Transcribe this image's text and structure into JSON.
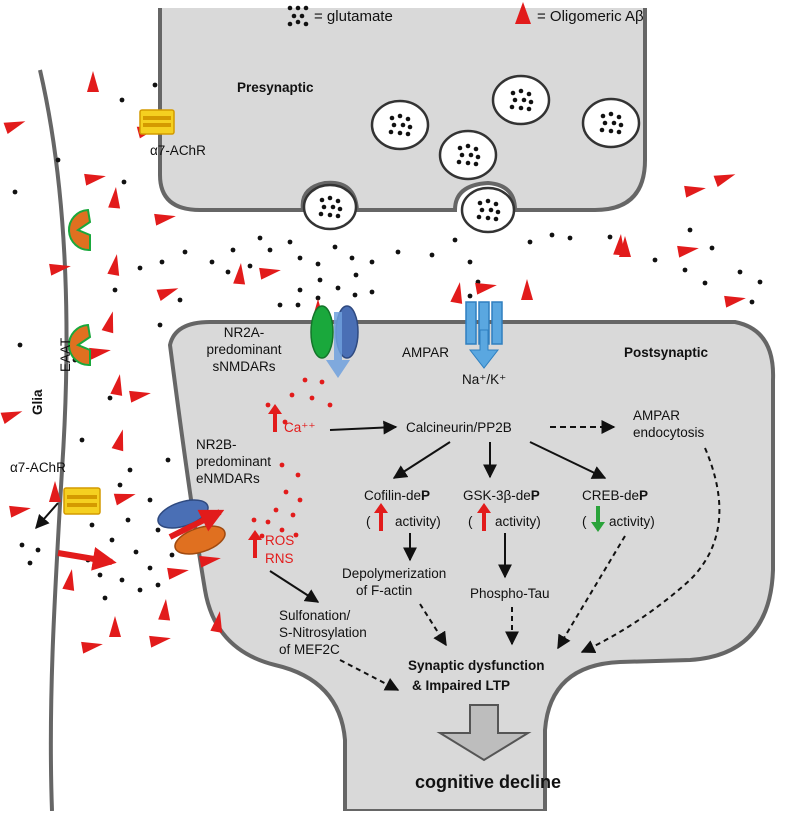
{
  "legend": {
    "glutamate": "= glutamate",
    "abeta": "= Oligomeric Aβ"
  },
  "regions": {
    "presynaptic": "Presynaptic",
    "postsynaptic": "Postsynaptic",
    "glia": "Glia"
  },
  "receptors": {
    "a7_top": "α7-AChR",
    "a7_glia": "α7-AChR",
    "eaat": "EAAT",
    "nr2a": [
      "NR2A-",
      "predominant",
      "sNMDARs"
    ],
    "nr2b": [
      "NR2B-",
      "predominant",
      "eNMDARs"
    ],
    "ampar": "AMPAR"
  },
  "ions": {
    "na_k": "Na⁺/K⁺",
    "ca": "Ca⁺⁺",
    "ros": "ROS",
    "rns": "RNS"
  },
  "pathway": {
    "calcineurin": "Calcineurin/PP2B",
    "ampar_endo": [
      "AMPAR",
      "endocytosis"
    ],
    "cofilin": "Cofilin-de",
    "gsk": "GSK-3β-de",
    "creb": "CREB-de",
    "p_letter": "P",
    "activity_open": "(",
    "activity_text": "activity)",
    "depoly": [
      "Depolymerization",
      "of  F-actin"
    ],
    "phospho_tau": "Phospho-Tau",
    "sulfonation": [
      "Sulfonation/",
      "S-Nitrosylation",
      "of MEF2C"
    ],
    "synaptic": [
      "Synaptic  dysfunction",
      "& Impaired LTP"
    ],
    "cognitive": "cognitive decline"
  },
  "colors": {
    "membrane_fill": "#d9d9d9",
    "membrane_stroke": "#666666",
    "abeta": "#e21b1b",
    "nr2a_green": "#1aa83c",
    "nr_blue": "#4a6fb5",
    "nr_orange": "#e07020",
    "ampar_blue": "#5aa7e0",
    "a7_yellow": "#f5d020",
    "eaat_orange": "#e07020",
    "up_arrow": "#e21b1b",
    "down_arrow": "#2aa33a"
  }
}
